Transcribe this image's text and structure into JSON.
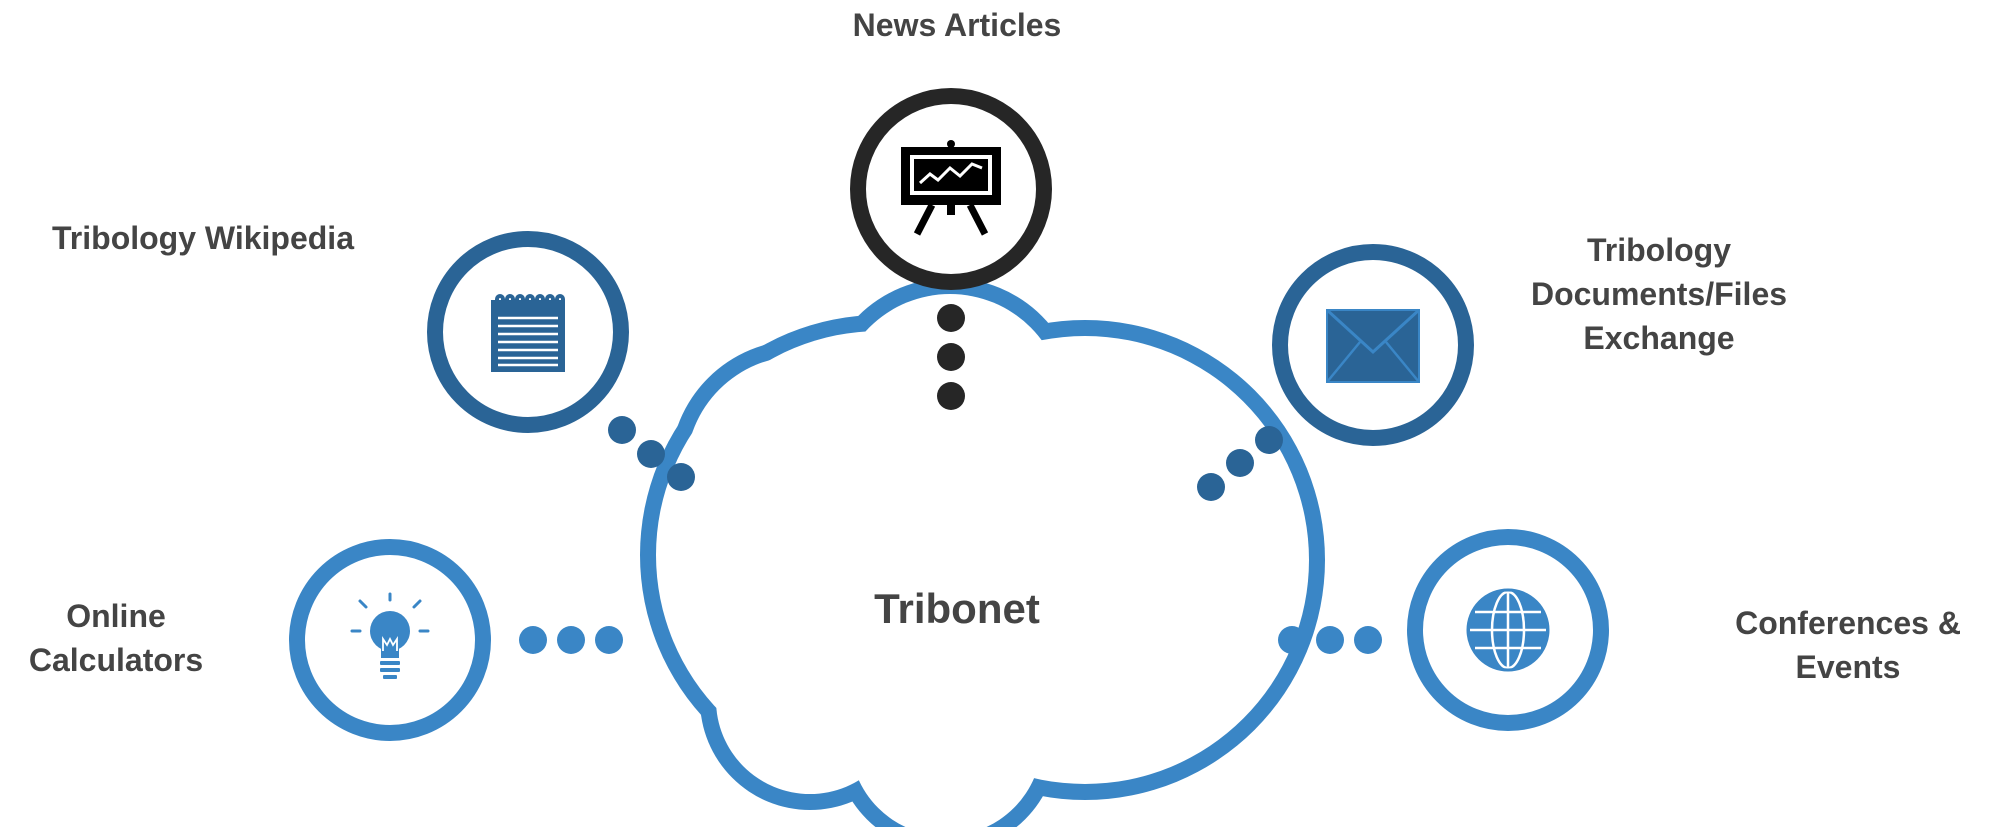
{
  "hub": {
    "label": "Tribonet"
  },
  "nodes": {
    "news": {
      "label": "News Articles",
      "icon": "presentation-board-icon",
      "color": "#262626"
    },
    "wikipedia": {
      "label": "Tribology Wikipedia",
      "icon": "notepad-icon",
      "color": "#2A6496"
    },
    "documents": {
      "line1": "Tribology",
      "line2": "Documents/Files",
      "line3": "Exchange",
      "icon": "envelope-icon",
      "color": "#2A6496"
    },
    "calculators": {
      "line1": "Online",
      "line2": "Calculators",
      "icon": "lightbulb-icon",
      "color": "#3A86C6"
    },
    "conferences": {
      "line1": "Conferences &",
      "line2": "Events",
      "icon": "globe-icon",
      "color": "#3A86C6"
    }
  },
  "colors": {
    "cloud": "#3A86C6",
    "dark_blue": "#2A6496",
    "black": "#262626",
    "text": "#444444"
  }
}
